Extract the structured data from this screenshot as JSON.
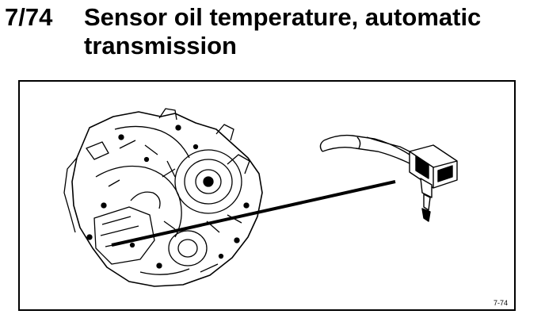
{
  "header": {
    "section_number": "7/74",
    "title": "Sensor oil temperature, automatic transmission"
  },
  "figure": {
    "label": "7-74",
    "depicts": [
      "transmission-housing",
      "temperature-sensor",
      "connector-cable",
      "pointer-line"
    ]
  },
  "colors": {
    "ink": "#000000",
    "paper": "#ffffff"
  }
}
